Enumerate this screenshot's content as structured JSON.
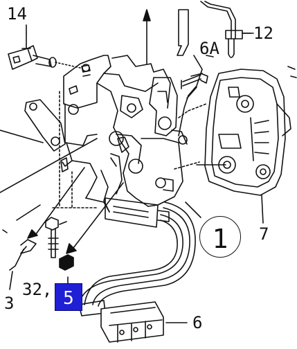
{
  "diagram": {
    "callouts": {
      "c14": "14",
      "c12": "12",
      "c6a": "6A",
      "c1": "1",
      "c7": "7",
      "c32": "32,",
      "c3": "3",
      "c5": "5",
      "c6": "6"
    },
    "highlight_color": "#1f1fd6"
  }
}
